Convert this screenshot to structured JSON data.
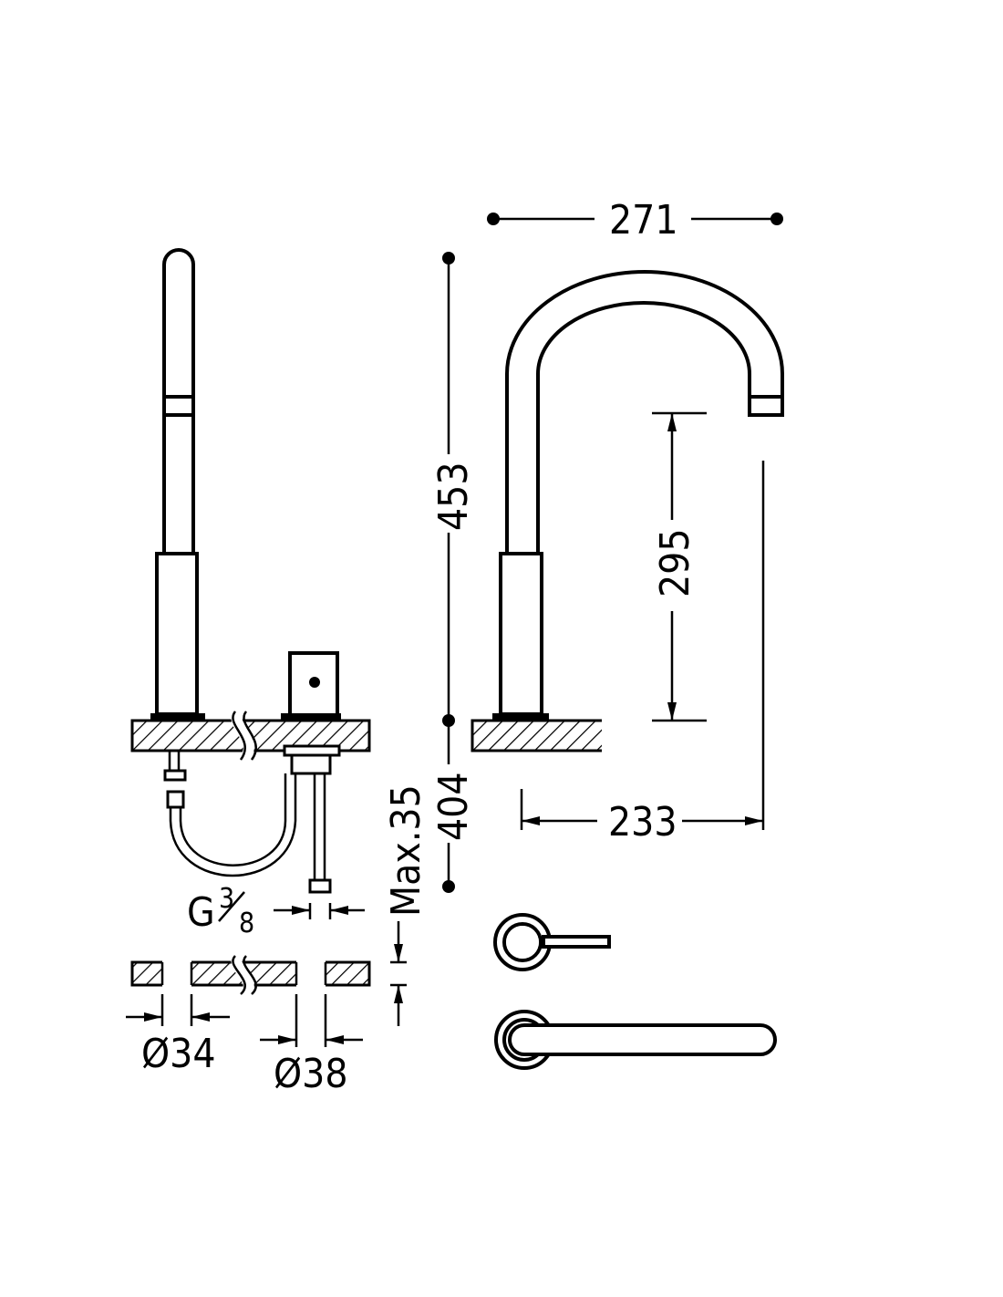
{
  "title": "Faucet dimension drawing",
  "dimensions": {
    "width_top": "271",
    "height_total": "453",
    "below_counter": "404",
    "spout_height": "295",
    "spout_reach": "233",
    "max_thickness": "Max.35",
    "thread_g": "G",
    "thread_num": "3",
    "thread_den": "8",
    "hole_small": "Ø34",
    "hole_large": "Ø38"
  },
  "colors": {
    "line": "#000000",
    "background": "#ffffff"
  }
}
